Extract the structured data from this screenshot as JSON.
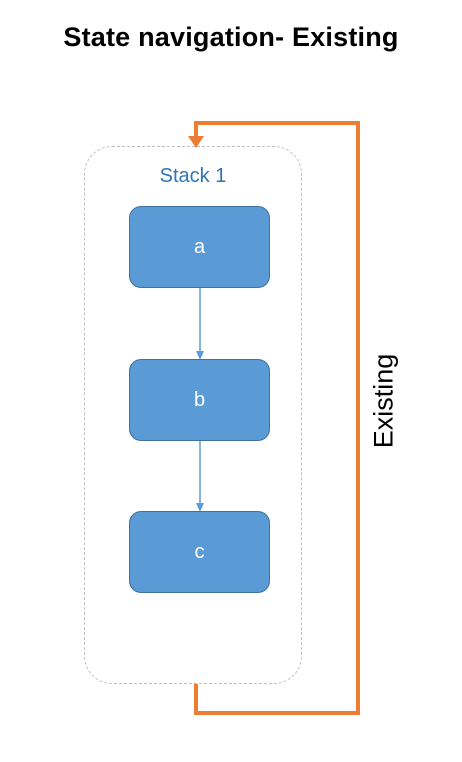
{
  "title": "State navigation- Existing",
  "stack": {
    "label": "Stack 1",
    "nodes": [
      "a",
      "b",
      "c"
    ]
  },
  "loop_label": "Existing",
  "colors": {
    "node_fill": "#5b9bd5",
    "node_border": "#41719c",
    "stack_label": "#2e75b6",
    "loop_arrow": "#ed7d31",
    "node_arrow": "#5b9bd5",
    "frame_dash": "#bfbfbf"
  }
}
